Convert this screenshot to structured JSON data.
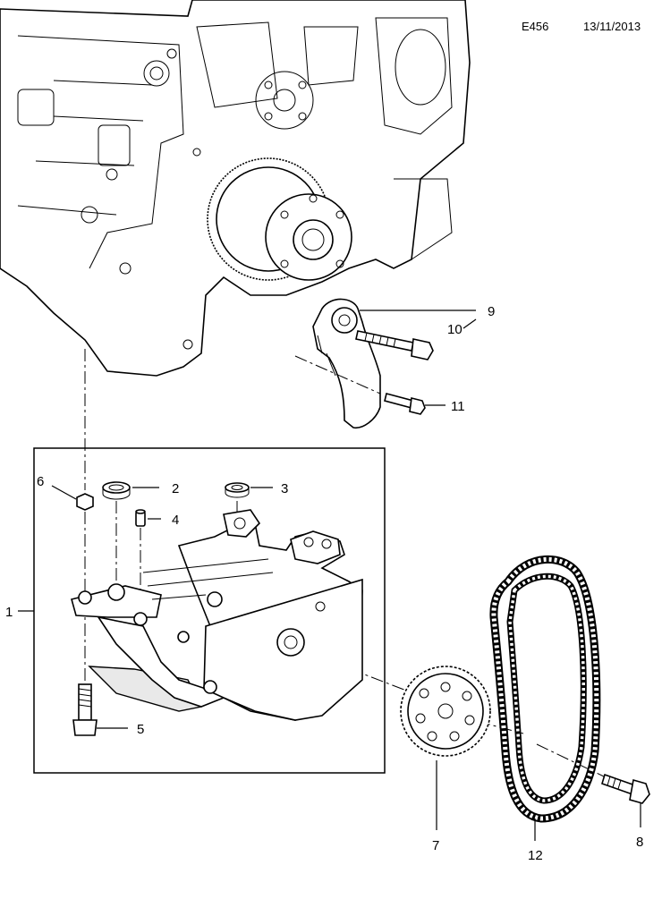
{
  "header": {
    "code": "E456",
    "date": "13/11/2013"
  },
  "callouts": [
    {
      "id": "1",
      "text": "1"
    },
    {
      "id": "2",
      "text": "2"
    },
    {
      "id": "3",
      "text": "3"
    },
    {
      "id": "4",
      "text": "4"
    },
    {
      "id": "5",
      "text": "5"
    },
    {
      "id": "6",
      "text": "6"
    },
    {
      "id": "7",
      "text": "7"
    },
    {
      "id": "8",
      "text": "8"
    },
    {
      "id": "9",
      "text": "9"
    },
    {
      "id": "10",
      "text": "10"
    },
    {
      "id": "11",
      "text": "11"
    },
    {
      "id": "12",
      "text": "12"
    }
  ]
}
